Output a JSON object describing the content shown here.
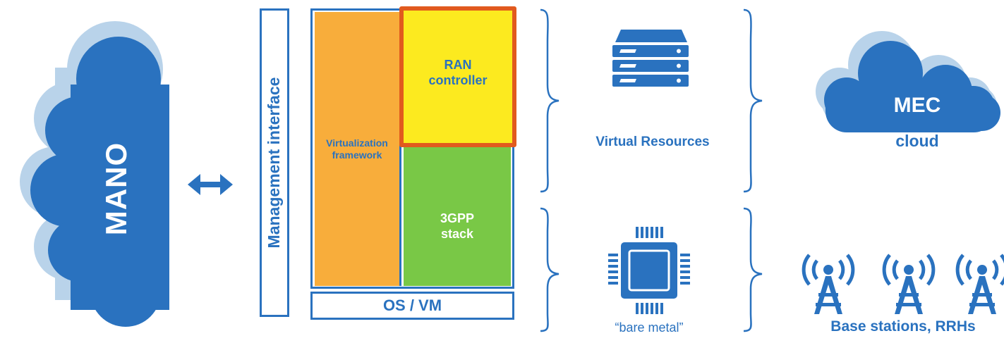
{
  "mano": {
    "label": "MANO"
  },
  "management": {
    "label": "Management interface"
  },
  "stack": {
    "virtualization": "Virtualization framework",
    "ran_line1": "RAN",
    "ran_line2": "controller",
    "gpp_line1": "3GPP",
    "gpp_line2": "stack",
    "os": "OS / VM"
  },
  "virtual_resources": {
    "label": "Virtual Resources"
  },
  "bare_metal": {
    "label": "“bare metal”"
  },
  "mec": {
    "title": "MEC",
    "subtitle": "cloud"
  },
  "base_stations": {
    "label": "Base stations, RRHs"
  },
  "colors": {
    "blue": "#2a72bf",
    "cloud_shadow": "#b9d3ea",
    "orange": "#f8ad3b",
    "yellow": "#fcea1f",
    "green": "#79c846",
    "highlight": "#e15a1e"
  }
}
